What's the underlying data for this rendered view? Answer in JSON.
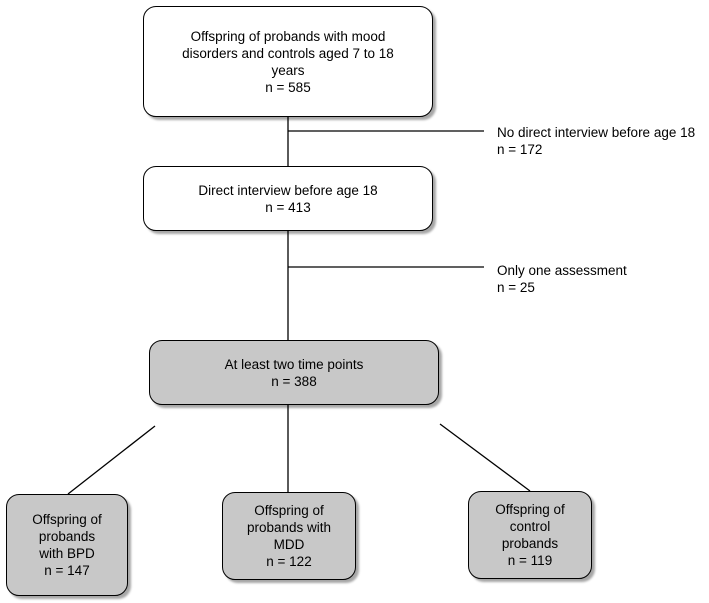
{
  "boxes": {
    "root": {
      "lines": [
        "Offspring of probands with mood",
        "disorders and controls aged 7 to 18",
        "years"
      ],
      "n": "n = 585"
    },
    "interview": {
      "lines": [
        "Direct interview before age 18"
      ],
      "n": "n = 413"
    },
    "two_points": {
      "lines": [
        "At least two time points"
      ],
      "n": "n = 388"
    },
    "bpd": {
      "lines": [
        "Offspring of",
        "probands",
        "with BPD"
      ],
      "n": "n = 147"
    },
    "mdd": {
      "lines": [
        "Offspring of",
        "probands with",
        "MDD"
      ],
      "n": "n = 122"
    },
    "control": {
      "lines": [
        "Offspring of",
        "control",
        "probands"
      ],
      "n": "n = 119"
    }
  },
  "exclusions": {
    "no_interview": {
      "text": "No direct interview before age 18",
      "n": "n = 172"
    },
    "one_assessment": {
      "text": "Only one assessment",
      "n": "n = 25"
    }
  },
  "colors": {
    "box_fill": "#ffffff",
    "highlight_fill": "#c8c8c8",
    "stroke": "#000000"
  }
}
